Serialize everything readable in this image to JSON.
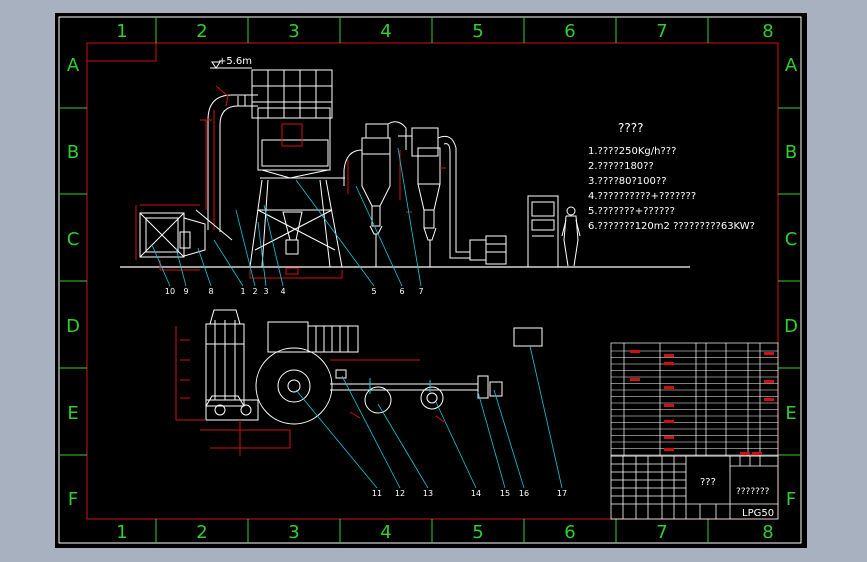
{
  "colors": {
    "background": "#a7b1bf",
    "canvas": "#000000",
    "border": "#ffffff",
    "frame_red": "#d01010",
    "grid_green": "#2fcf2f",
    "cyan": "#12c8d8",
    "white": "#ffffff"
  },
  "grid": {
    "columns": [
      "1",
      "2",
      "3",
      "4",
      "5",
      "6",
      "7",
      "8"
    ],
    "rows": [
      "A",
      "B",
      "C",
      "D",
      "E",
      "F"
    ]
  },
  "elevation_label": "+5.6m",
  "notes": {
    "title": "????",
    "items": [
      "1.????250Kg/h???",
      "2.?????180??",
      "3.????80?100??",
      "4.??????????+???????",
      "5.???????+??????",
      "6.???????120m2  ?????????63KW?"
    ]
  },
  "leaders_top": [
    "10",
    "9",
    "8",
    "1",
    "2",
    "3",
    "4",
    "5",
    "6",
    "7"
  ],
  "leaders_bottom": [
    "11",
    "12",
    "13",
    "14",
    "15",
    "16",
    "17"
  ],
  "title_block": {
    "name_cell": "???",
    "title_cell": "???????",
    "drawing_no": "LPG50"
  }
}
